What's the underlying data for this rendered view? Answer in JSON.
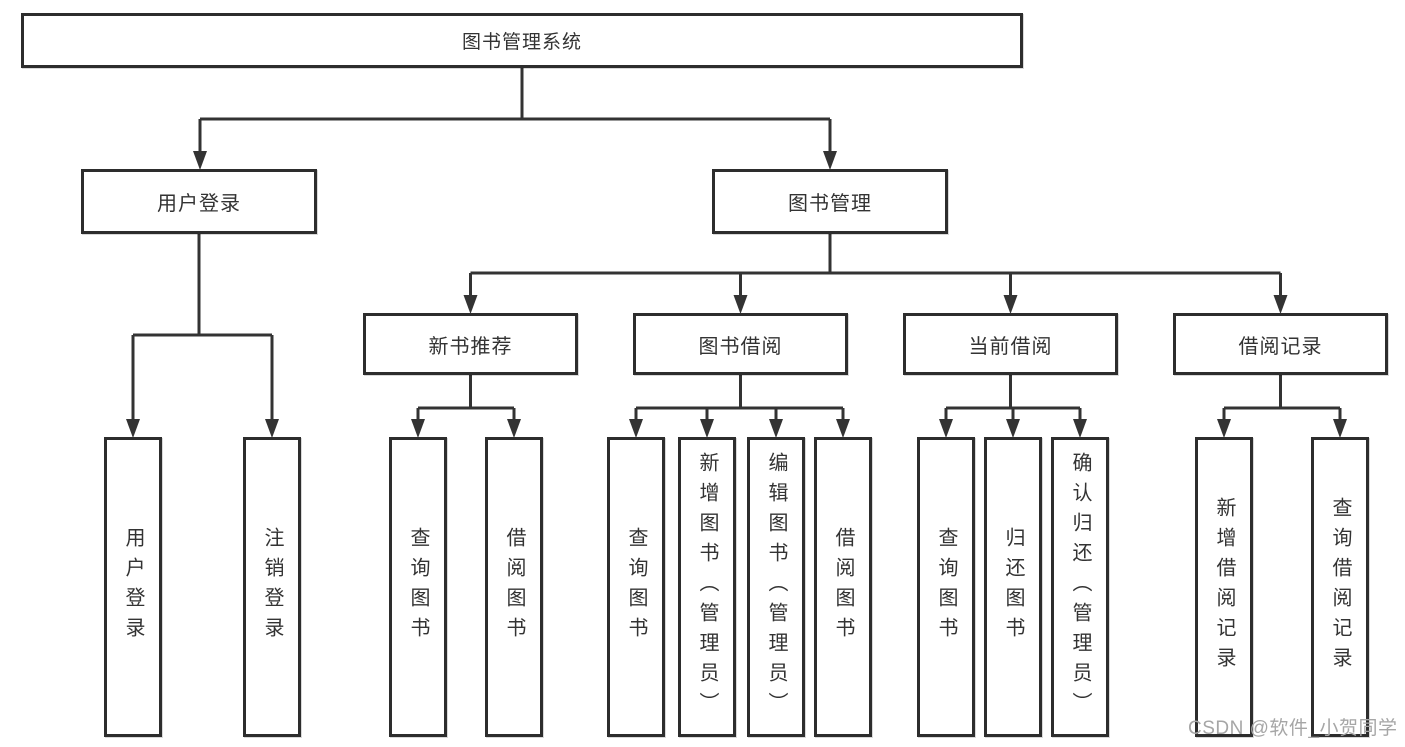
{
  "title": "图书管理系统",
  "branches": {
    "user_login": {
      "label": "用户登录",
      "children": [
        {
          "label": "用户登录"
        },
        {
          "label": "注销登录"
        }
      ]
    },
    "book_mgmt": {
      "label": "图书管理",
      "sections": [
        {
          "label": "新书推荐",
          "children": [
            {
              "label": "查询图书"
            },
            {
              "label": "借阅图书"
            }
          ]
        },
        {
          "label": "图书借阅",
          "children": [
            {
              "label": "查询图书"
            },
            {
              "label": "新增图书（管理员）"
            },
            {
              "label": "编辑图书（管理员）"
            },
            {
              "label": "借阅图书"
            }
          ]
        },
        {
          "label": "当前借阅",
          "children": [
            {
              "label": "查询图书"
            },
            {
              "label": "归还图书"
            },
            {
              "label": "确认归还（管理员）"
            }
          ]
        },
        {
          "label": "借阅记录",
          "children": [
            {
              "label": "新增借阅记录"
            },
            {
              "label": "查询借阅记录"
            }
          ]
        }
      ]
    }
  },
  "watermark": {
    "text": "CSDN @软件_小贺同学"
  },
  "colors": {
    "line": "#333333",
    "box_border": "#2d2d2d",
    "box_fill": "#ffffff",
    "text": "#333333",
    "watermark": "#a6a6a6",
    "background": "#ffffff"
  }
}
